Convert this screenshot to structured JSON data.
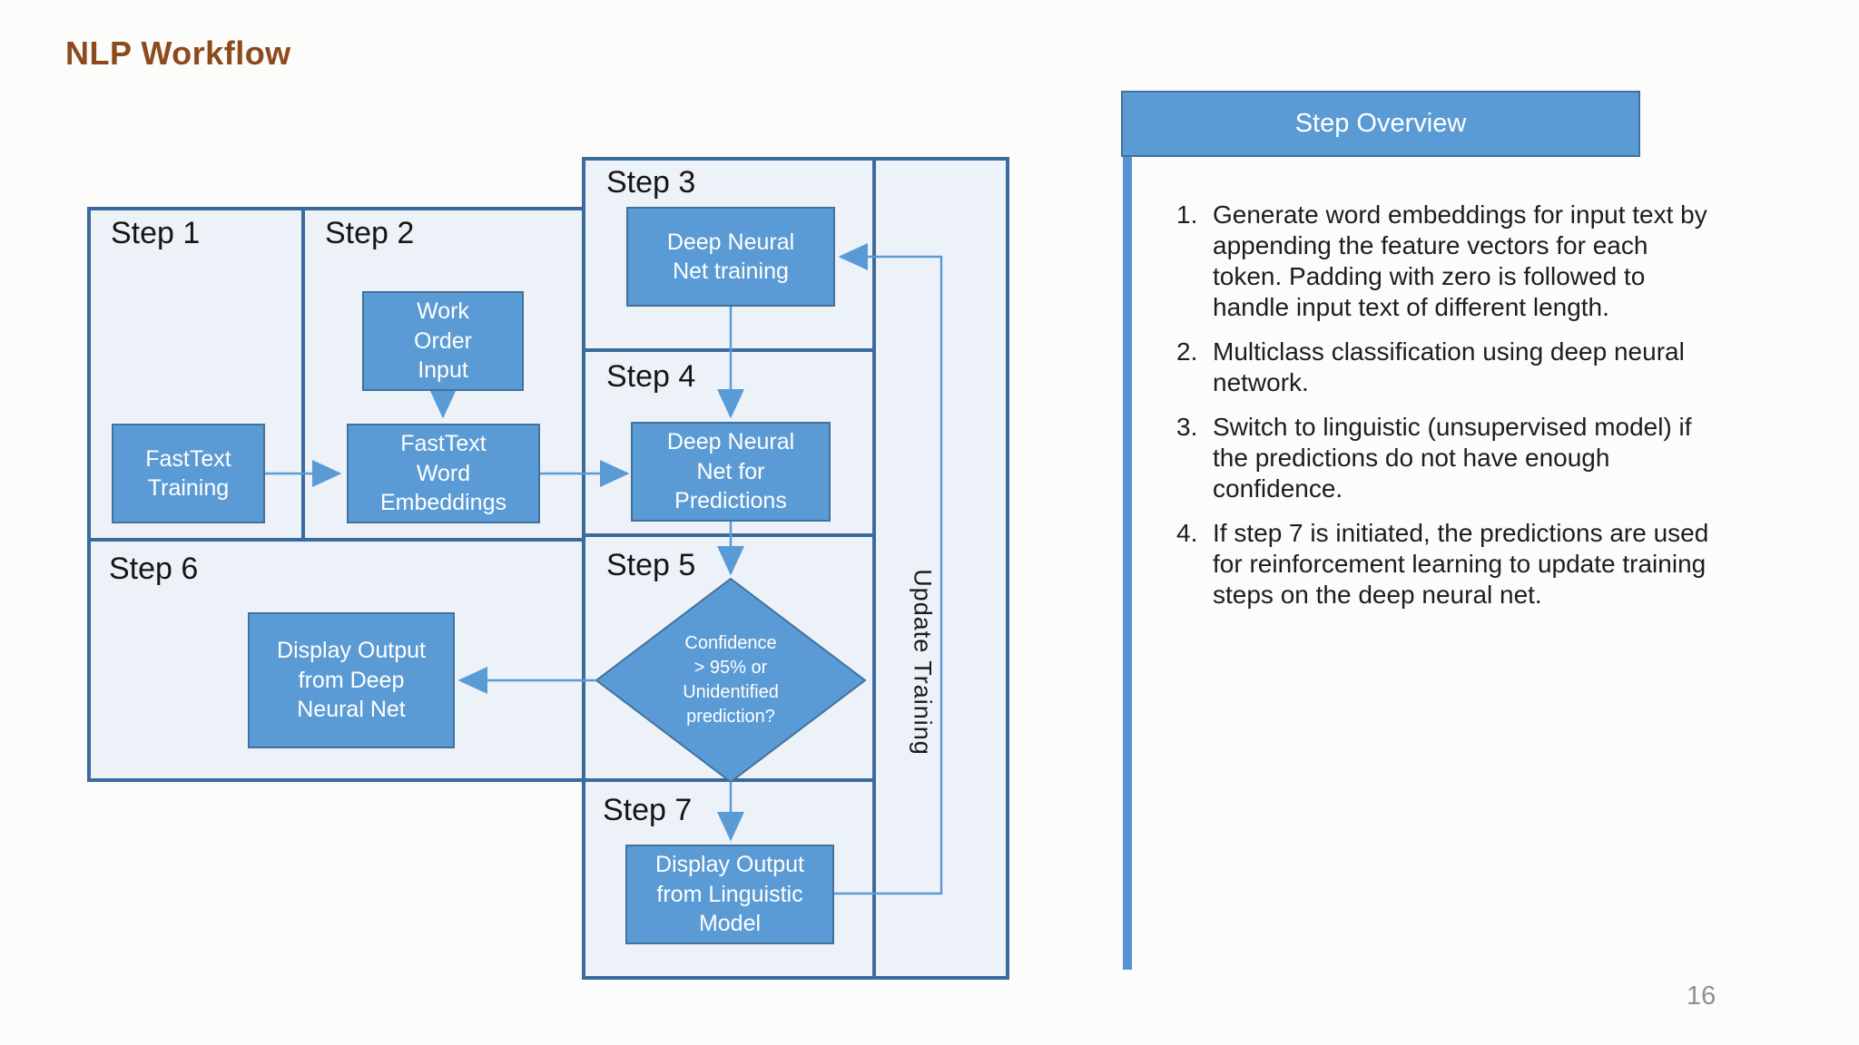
{
  "slide": {
    "title": "NLP Workflow",
    "page_number": "16"
  },
  "colors": {
    "title_brown": "#8c4a1d",
    "container_border": "#3b6b9e",
    "container_fill": "#edf2f9",
    "node_fill": "#5b9bd5",
    "node_border": "#41719c",
    "arrow": "#5b9bd5",
    "accent_bar": "#5494d4",
    "page_number_gray": "#8f8f8f"
  },
  "flowchart": {
    "steps": [
      {
        "label": "Step 1"
      },
      {
        "label": "Step 2"
      },
      {
        "label": "Step 3"
      },
      {
        "label": "Step 4"
      },
      {
        "label": "Step 5"
      },
      {
        "label": "Step 6"
      },
      {
        "label": "Step 7"
      }
    ],
    "lane_label": "Update Training",
    "nodes": {
      "fasttext_training": "FastText\nTraining",
      "work_order_input": "Work\nOrder\nInput",
      "fasttext_word_embeddings": "FastText\nWord\nEmbeddings",
      "deep_neural_net_training": "Deep Neural\nNet training",
      "deep_neural_net_predictions": "Deep Neural\nNet for\nPredictions",
      "display_output_dnn": "Display Output\nfrom Deep\nNeural Net",
      "display_output_linguistic": "Display Output\nfrom Linguistic\nModel"
    },
    "decision_text": "Confidence\n> 95% or\nUnidentified\nprediction?"
  },
  "overview": {
    "header": "Step Overview",
    "items": [
      {
        "number": "1.",
        "text": "Generate word embeddings for input text by appending the feature vectors for each token. Padding with zero is followed to handle input text of different length."
      },
      {
        "number": "2.",
        "text": "Multiclass classification using deep neural network."
      },
      {
        "number": "3.",
        "text": "Switch to linguistic (unsupervised model) if the predictions do not have enough confidence."
      },
      {
        "number": "4.",
        "text": "If step 7 is initiated, the predictions are used for reinforcement learning to update training steps on the deep neural net."
      }
    ]
  }
}
